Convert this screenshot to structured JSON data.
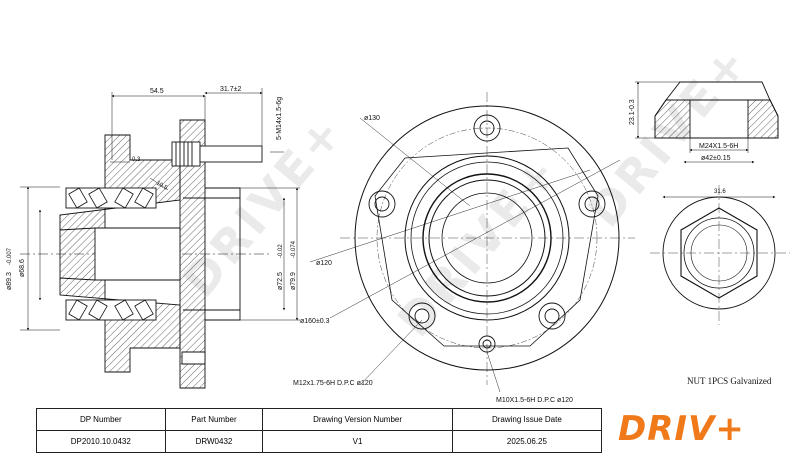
{
  "watermark": "DRIVE+",
  "dimensions": {
    "d_54_5": "54.5",
    "d_31_7": "31.7±2",
    "d_thread_bolt": "5-M14x1.5-6g",
    "d_0_3": "0.3",
    "d_10_5": "10.5",
    "d_89_3": "ø89.3",
    "d_89_3_tol": "-0.007",
    "d_68_6": "ø68.6",
    "d_72_5": "ø72.5",
    "d_72_5_tol": "-0.02",
    "d_79_9": "ø79.9",
    "d_79_9_tol": "-0.074",
    "d_130": "ø130",
    "d_120": "ø120",
    "d_160": "ø160±0.3",
    "d_m12": "M12x1.75-6H D.P.C ø120",
    "d_m10": "M10X1.5-6H D.P.C ø120",
    "d_23": "23.1-0.3",
    "d_m24": "M24X1.5-6H",
    "d_42": "ø42±0.15",
    "d_31_6": "31.6"
  },
  "nut_note": "NUT 1PCS  Galvanized",
  "title_block": {
    "headers": [
      "DP Number",
      "Part Number",
      "Drawing Version Number",
      "Drawing Issue Date"
    ],
    "values": [
      "DP2010.10.0432",
      "DRW0432",
      "V1",
      "2025.06.25"
    ]
  },
  "brand": "DRIV+"
}
